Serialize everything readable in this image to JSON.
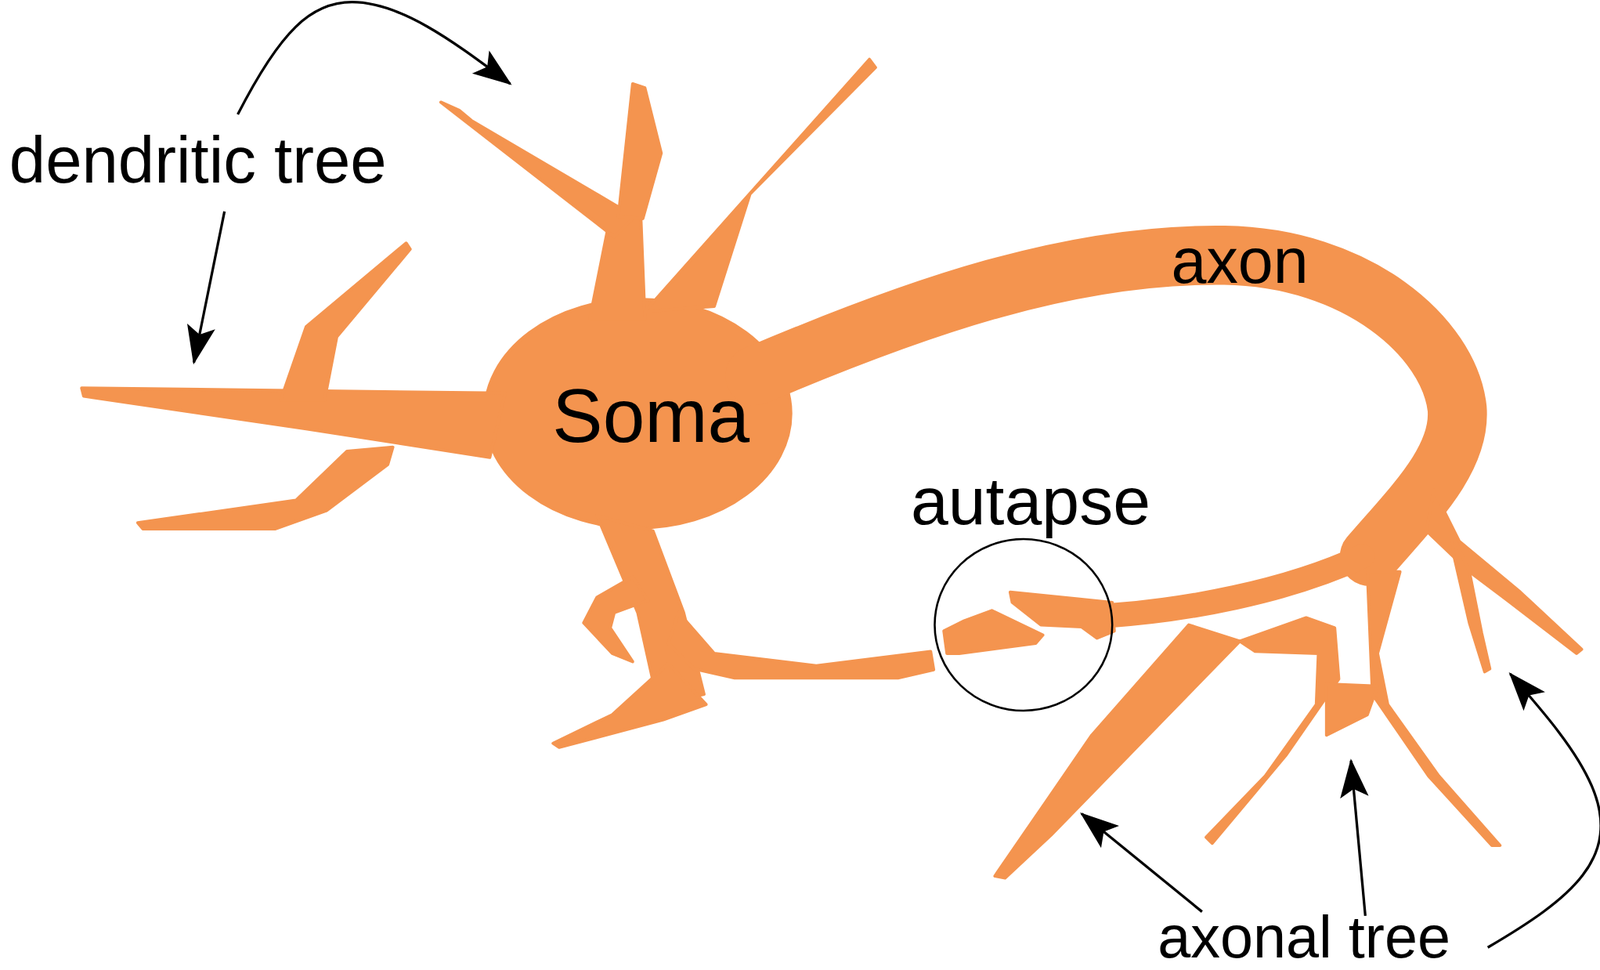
{
  "diagram": {
    "labels": [
      "dendritic tree",
      "Soma",
      "axon",
      "autapse",
      "axonal tree"
    ]
  }
}
